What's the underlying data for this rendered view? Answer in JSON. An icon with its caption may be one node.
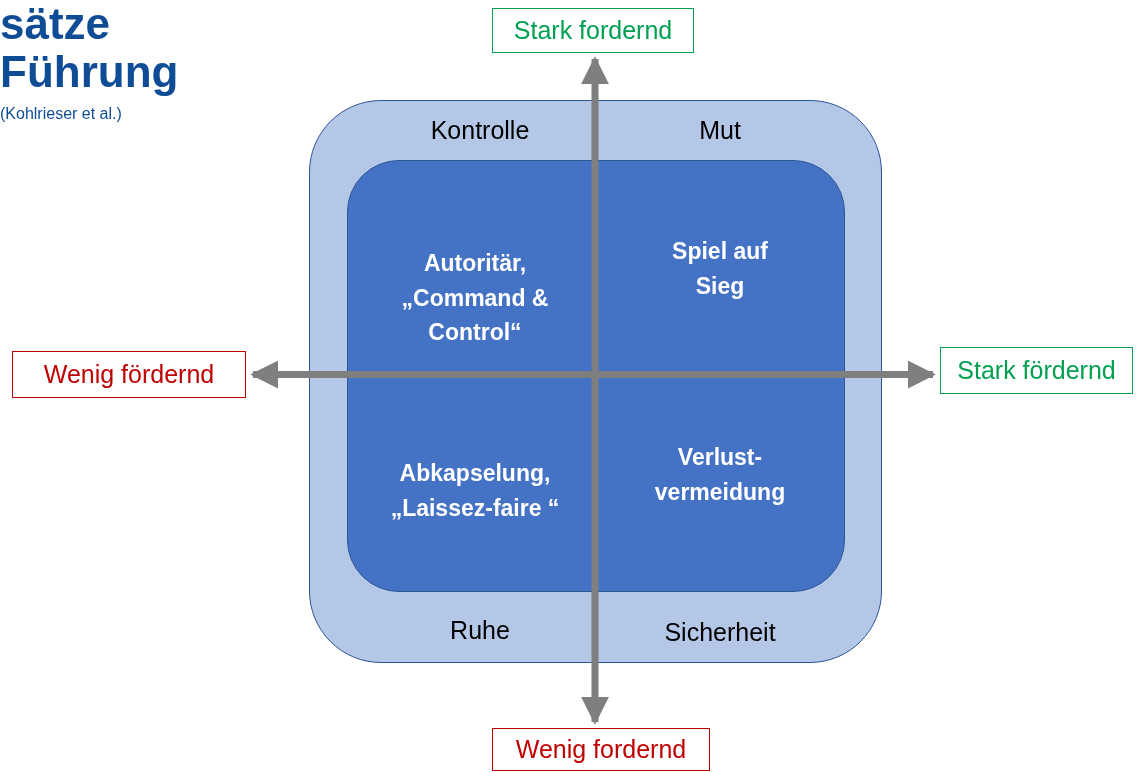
{
  "diagram": {
    "title": "sätze Führung",
    "nodes": [
      {
        "text": [
          "Stark fordernd"
        ]
      },
      {
        "text": [
          "Wenig fördernd"
        ]
      },
      {
        "text": [
          "Stark fördernd"
        ]
      },
      {
        "text": [
          "Wenig fordernd"
        ]
      }
    ],
    "edges": [
      {
        "from": 1,
        "to": 2,
        "arrow": "both"
      },
      {
        "from": 0,
        "to": 3,
        "arrow": "both"
      }
    ],
    "labels": [
      "(Kohlrieser et al.)",
      "Kontrolle",
      "Mut",
      "Autoritär, „Command & Control“",
      "Spiel auf Sieg",
      "Abkapselung, „Laissez-faire “",
      "Verlust- vermeidung",
      "Ruhe",
      "Sicherheit"
    ]
  }
}
